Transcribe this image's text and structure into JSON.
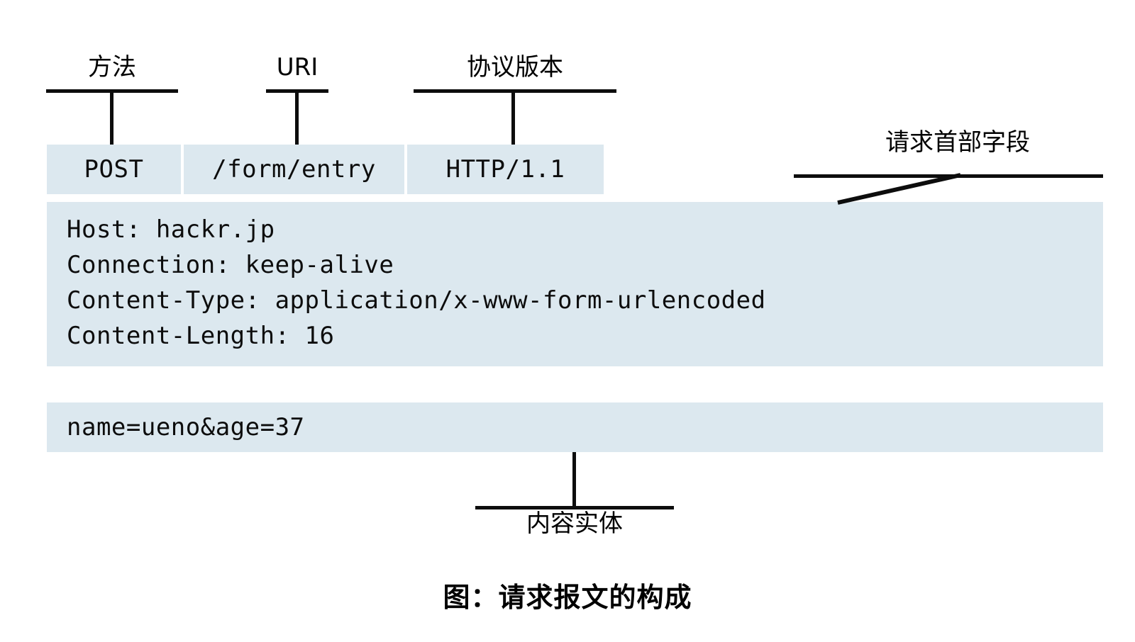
{
  "figure": {
    "caption": "图：请求报文的构成"
  },
  "request_line": {
    "fields": [
      {
        "label": "方法",
        "value": "POST"
      },
      {
        "label": "URI",
        "value": "/form/entry"
      },
      {
        "label": "协议版本",
        "value": "HTTP/1.1"
      }
    ]
  },
  "headers": {
    "callout_label": "请求首部字段",
    "lines": [
      "Host: hackr.jp",
      "Connection: keep-alive",
      "Content-Type: application/x-www-form-urlencoded",
      "Content-Length: 16"
    ]
  },
  "body": {
    "callout_label": "内容实体",
    "text": "name=ueno&age=37"
  },
  "colors": {
    "block_background": "#dce8ef",
    "line": "#0d0d0d",
    "text": "#000000",
    "page_background": "#ffffff"
  }
}
